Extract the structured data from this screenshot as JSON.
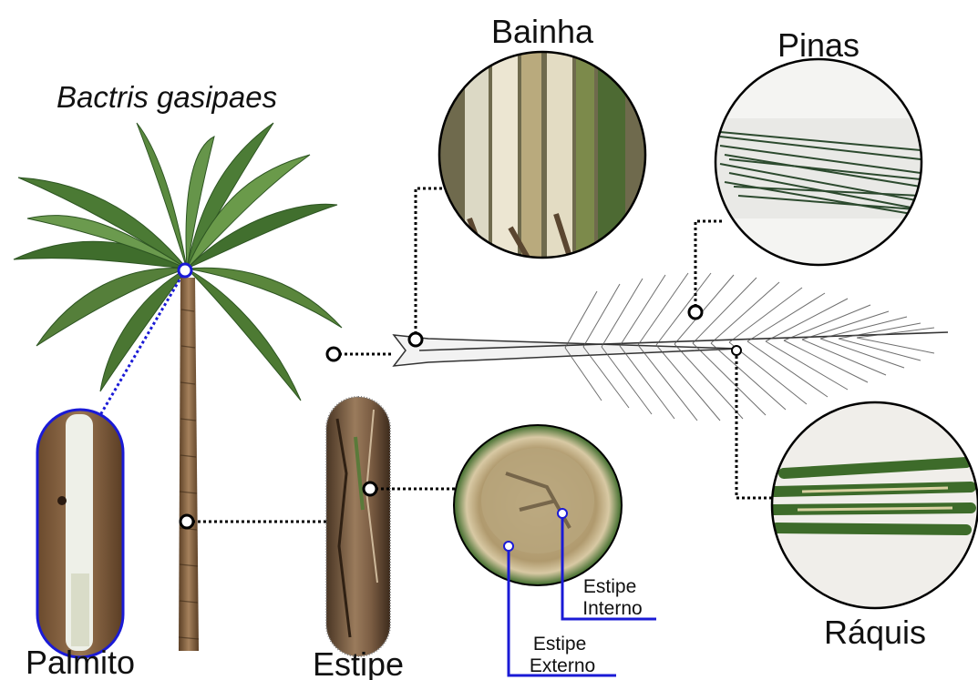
{
  "species": "Bactris gasipaes",
  "parts": {
    "bainha": "Bainha",
    "pinas": "Pinas",
    "raquis": "Ráquis",
    "palmito": "Palmito",
    "estipe": "Estipe",
    "estipe_interno": [
      "Estipe",
      "Interno"
    ],
    "estipe_externo": [
      "Estipe",
      "Externo"
    ]
  },
  "colors": {
    "connector": "#000000",
    "palmito_highlight": "#1a1ad6",
    "leaf_green": "#2f6a2a",
    "trunk_brown": "#7a5a3a"
  }
}
